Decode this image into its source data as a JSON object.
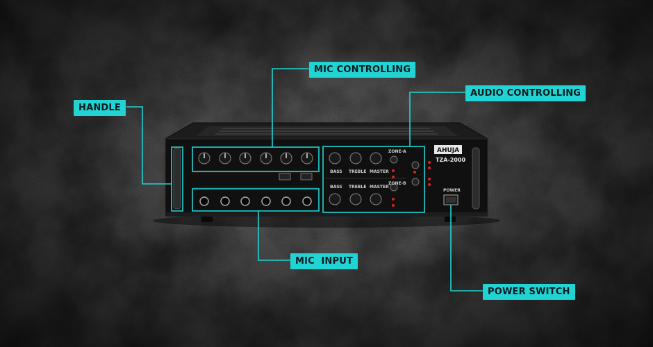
{
  "callouts": {
    "mic_controlling": "MIC CONTROLLING",
    "audio_controlling": "AUDIO CONTROLLING",
    "handle": "HANDLE",
    "mic_input": "MIC  INPUT",
    "power_switch": "POWER SWITCH"
  },
  "device": {
    "brand": "AHUJA",
    "model": "TZA-2000",
    "power_label": "POWER",
    "zone_a": "ZONE-A",
    "zone_b": "ZONE-B",
    "bass": "BASS",
    "treble": "TREBLE",
    "master": "MASTER"
  },
  "colors": {
    "callout": "#22d3d3",
    "panel": "#111111",
    "indicator": "#e02020"
  }
}
